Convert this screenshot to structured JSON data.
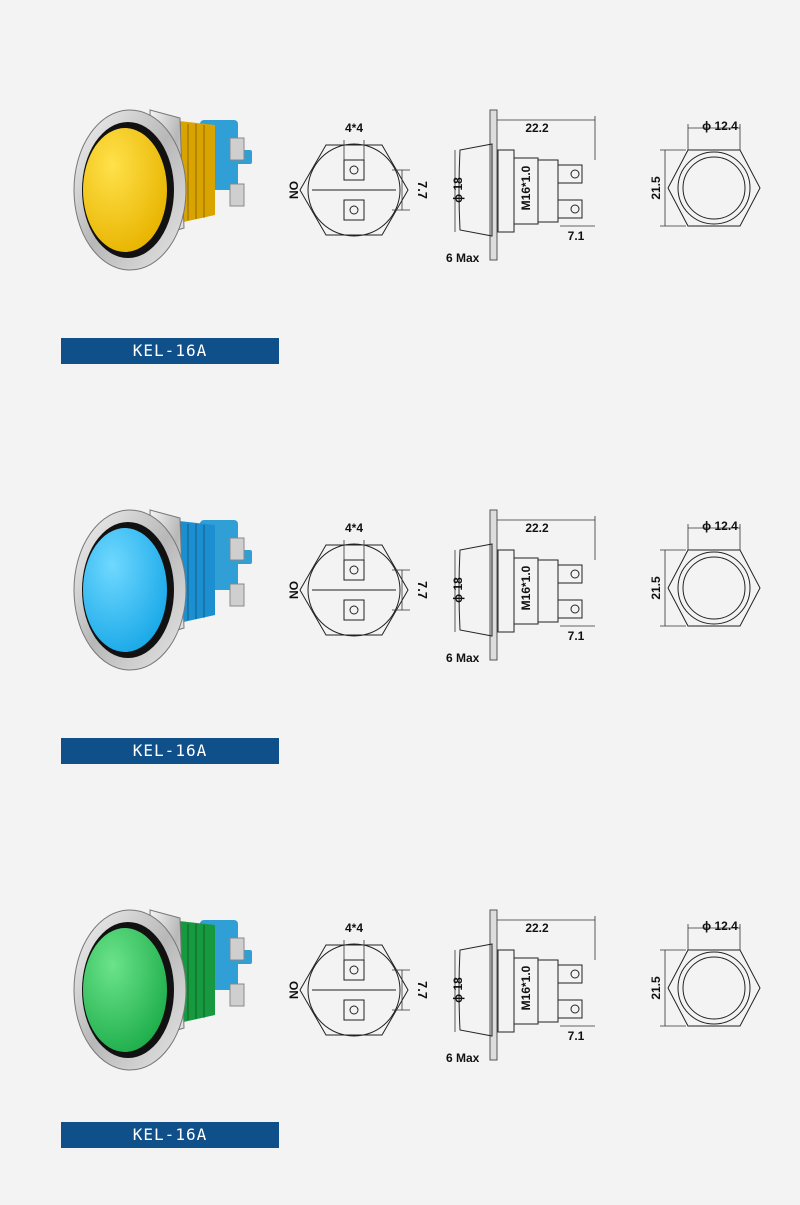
{
  "products": [
    {
      "model": "KEL-16A",
      "cap_color": "#e8b400",
      "cap_highlight": "#ffe14a",
      "body_color": "#d9a400",
      "dims": {
        "terminal": "4*4",
        "contact": "NO",
        "pitch": "7.7",
        "length": "22.2",
        "diameter": "ϕ 18",
        "thread": "M16*1.0",
        "terminal_len": "7.1",
        "panel_max": "6 Max",
        "cap_diameter": "ϕ 12.4",
        "hex_across": "21.5"
      }
    },
    {
      "model": "KEL-16A",
      "cap_color": "#1aa9e8",
      "cap_highlight": "#6fd8ff",
      "body_color": "#1b8fd0",
      "dims": {
        "terminal": "4*4",
        "contact": "NO",
        "pitch": "7.7",
        "length": "22.2",
        "diameter": "ϕ 18",
        "thread": "M16*1.0",
        "terminal_len": "7.1",
        "panel_max": "6 Max",
        "cap_diameter": "ϕ 12.4",
        "hex_across": "21.5"
      }
    },
    {
      "model": "KEL-16A",
      "cap_color": "#1fae4c",
      "cap_highlight": "#6be38a",
      "body_color": "#179a3f",
      "dims": {
        "terminal": "4*4",
        "contact": "NO",
        "pitch": "7.7",
        "length": "22.2",
        "diameter": "ϕ 18",
        "thread": "M16*1.0",
        "terminal_len": "7.1",
        "panel_max": "6 Max",
        "cap_diameter": "ϕ 12.4",
        "hex_across": "21.5"
      }
    }
  ]
}
